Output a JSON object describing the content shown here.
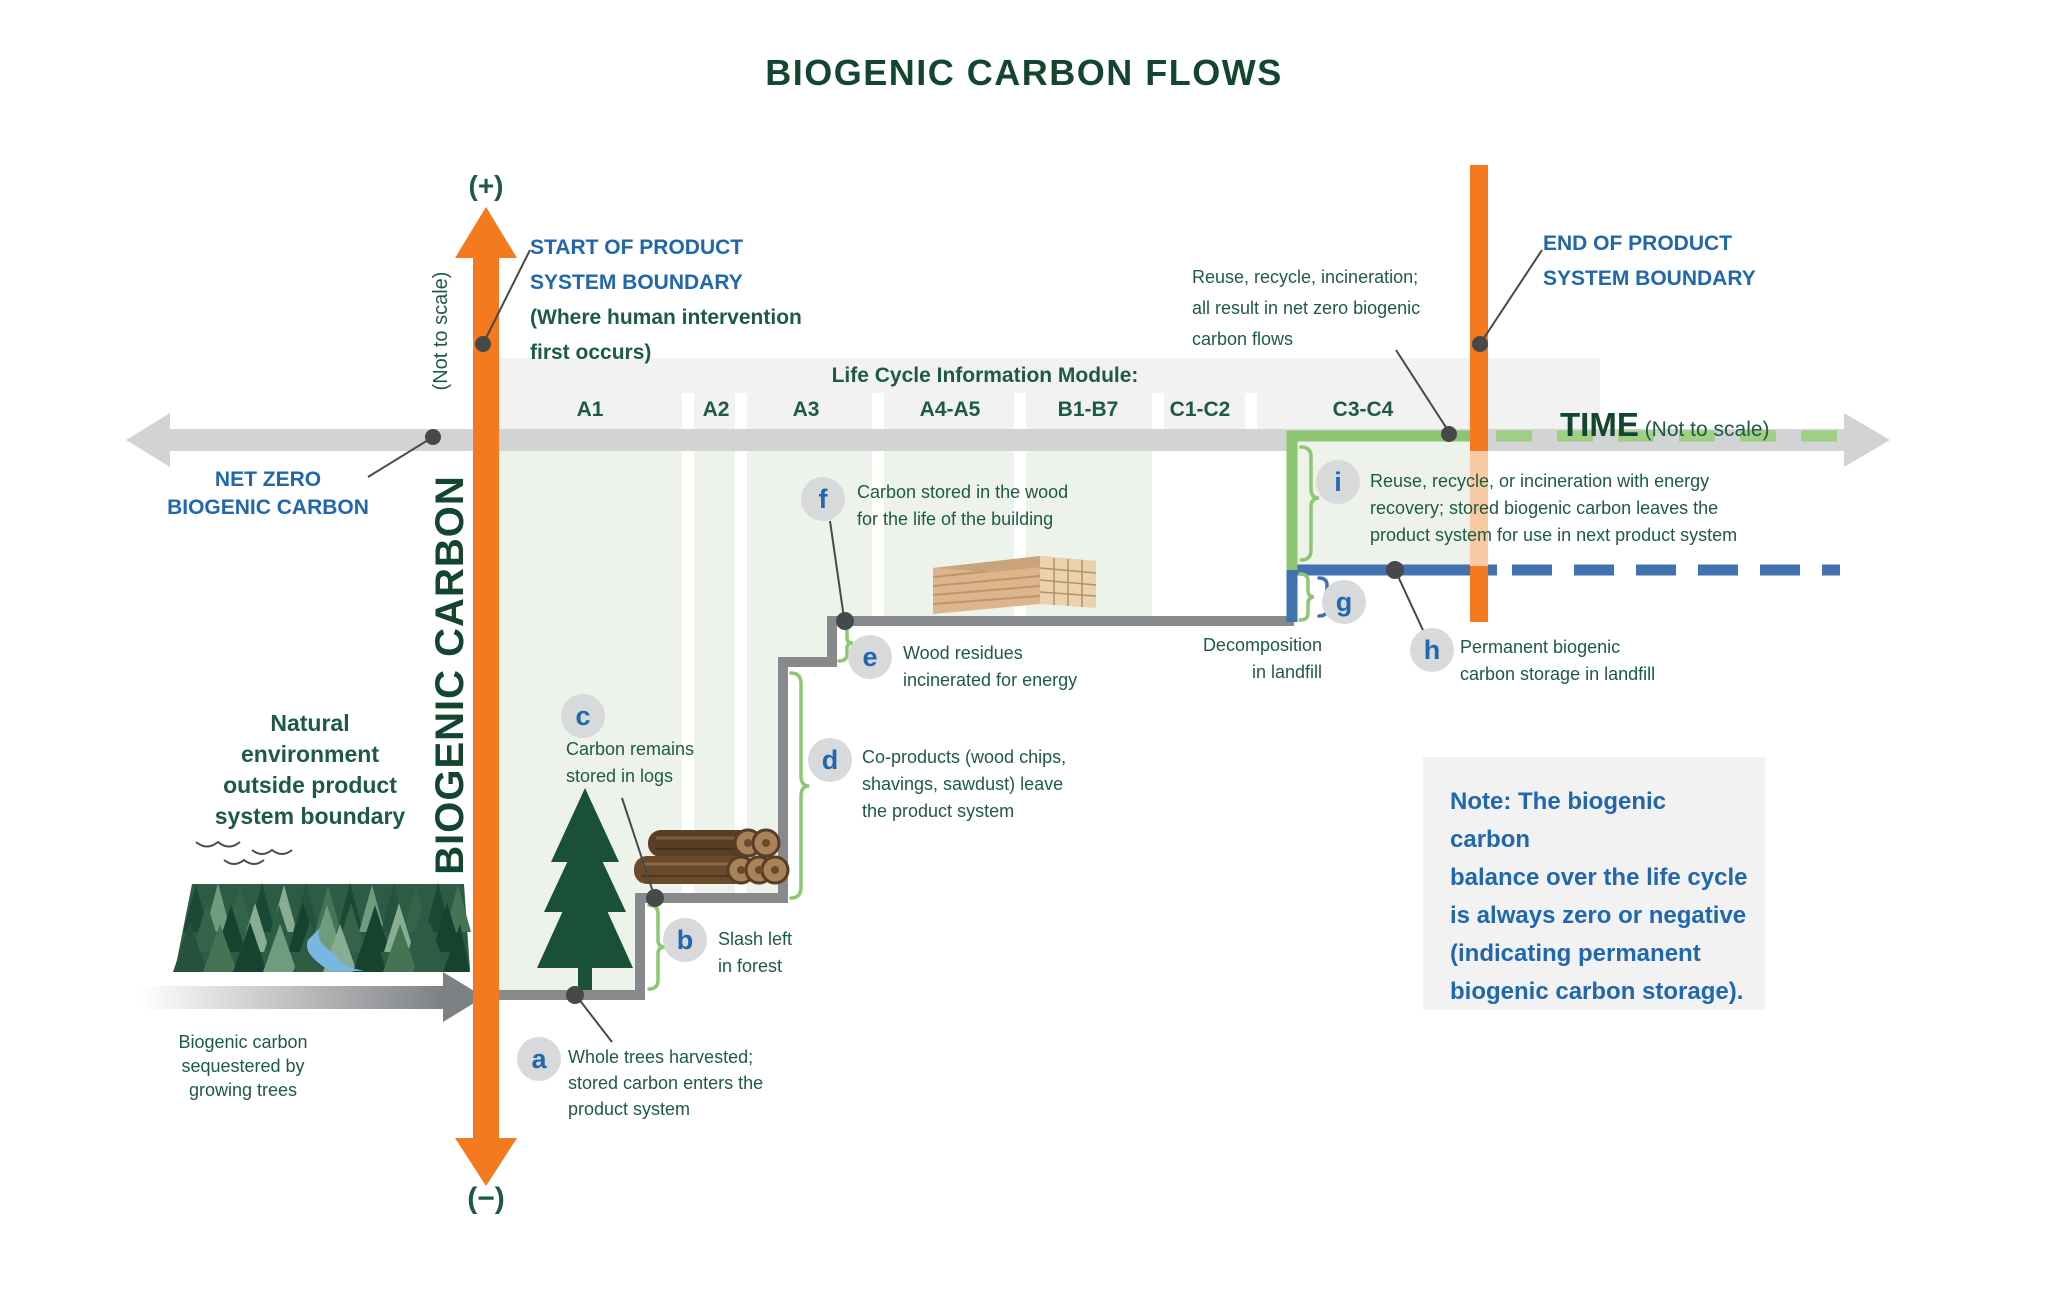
{
  "title": "BIOGENIC CARBON FLOWS",
  "axes": {
    "plus": "(+)",
    "minus": "(−)",
    "vertical_axis_label": "BIOGENIC CARBON",
    "vertical_axis_scale_note": "(Not to scale)",
    "time_label": "TIME",
    "time_scale_note": " (Not to scale)",
    "net_zero_label": "NET ZERO\nBIOGENIC CARBON"
  },
  "boundaries": {
    "start_title": "START OF PRODUCT\nSYSTEM BOUNDARY",
    "start_sub": "(Where human intervention\nfirst occurs)",
    "end_title": "END OF PRODUCT\nSYSTEM BOUNDARY"
  },
  "modules": {
    "header": "Life Cycle Information Module:",
    "cols": [
      "A1",
      "A2",
      "A3",
      "A4-A5",
      "B1-B7",
      "C1-C2",
      "C3-C4"
    ]
  },
  "annotations": {
    "a": {
      "letter": "a",
      "text": "Whole trees harvested;\nstored carbon enters the\nproduct system"
    },
    "b": {
      "letter": "b",
      "text": "Slash left\nin forest"
    },
    "c": {
      "letter": "c",
      "text": "Carbon remains\nstored in logs"
    },
    "d": {
      "letter": "d",
      "text": "Co-products (wood chips,\nshavings, sawdust) leave\nthe product system"
    },
    "e": {
      "letter": "e",
      "text": "Wood residues\nincinerated for energy"
    },
    "f": {
      "letter": "f",
      "text": "Carbon stored in the wood\nfor the life of the building"
    },
    "g": {
      "letter": "g",
      "text": "Decomposition\nin landfill"
    },
    "h": {
      "letter": "h",
      "text": "Permanent biogenic\ncarbon storage in landfill"
    },
    "i": {
      "letter": "i",
      "text": "Reuse, recycle, or incineration with energy\nrecovery; stored biogenic carbon leaves the\nproduct system for use in next product system"
    }
  },
  "notes": {
    "reuse_top": "Reuse, recycle, incineration;\nall result in net zero biogenic\ncarbon flows",
    "natural_env": "Natural\nenvironment\noutside product\nsystem boundary",
    "sequestered": "Biogenic carbon\nsequestered by\ngrowing trees",
    "note_box": "Note: The biogenic carbon\nbalance over the life cycle\nis always zero or negative\n(indicating permanent\nbiogenic carbon storage)."
  },
  "colors": {
    "title_green": "#14462f",
    "text_green": "#1d5b41",
    "text_blue": "#2167ae",
    "accent_orange": "#f4791f",
    "accent_orange_light": "#f8cba4",
    "flow_gray": "#87898c",
    "axis_band_gray": "#d2d3d5",
    "header_strip_gray": "#f2f2f3",
    "panel_green": "#edf3ea",
    "flow_green": "#8cc572",
    "flow_blue": "#4272ae",
    "badge_gray": "#d8d9da"
  }
}
